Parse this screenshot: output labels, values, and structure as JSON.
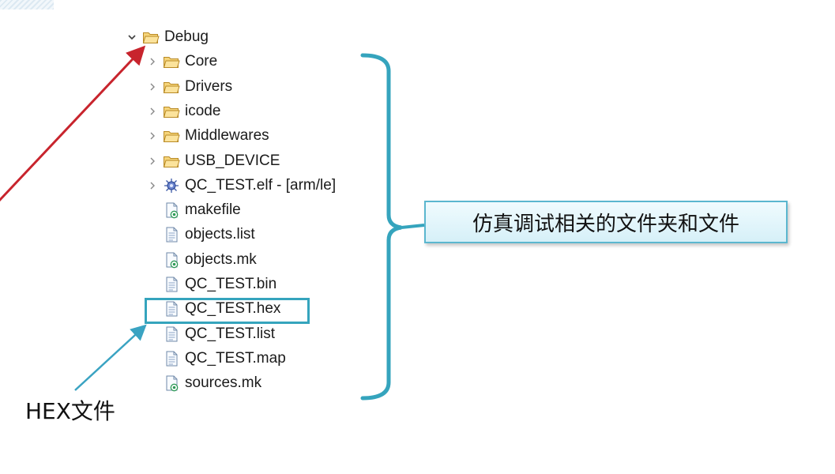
{
  "tree": {
    "items": [
      {
        "label": "Debug",
        "icon": "folder-open-icon",
        "expandable": true,
        "expanded": true,
        "level": 0
      },
      {
        "label": "Core",
        "icon": "folder-open-icon",
        "expandable": true,
        "expanded": false,
        "level": 1
      },
      {
        "label": "Drivers",
        "icon": "folder-open-icon",
        "expandable": true,
        "expanded": false,
        "level": 1
      },
      {
        "label": "icode",
        "icon": "folder-open-icon",
        "expandable": true,
        "expanded": false,
        "level": 1
      },
      {
        "label": "Middlewares",
        "icon": "folder-open-icon",
        "expandable": true,
        "expanded": false,
        "level": 1
      },
      {
        "label": "USB_DEVICE",
        "icon": "folder-open-icon",
        "expandable": true,
        "expanded": false,
        "level": 1
      },
      {
        "label": "QC_TEST.elf - [arm/le]",
        "icon": "binary-bug-icon",
        "expandable": true,
        "expanded": false,
        "level": 1
      },
      {
        "label": "makefile",
        "icon": "makefile-icon",
        "expandable": false,
        "level": 1
      },
      {
        "label": "objects.list",
        "icon": "text-file-icon",
        "expandable": false,
        "level": 1
      },
      {
        "label": "objects.mk",
        "icon": "makefile-icon",
        "expandable": false,
        "level": 1
      },
      {
        "label": "QC_TEST.bin",
        "icon": "text-file-icon",
        "expandable": false,
        "level": 1
      },
      {
        "label": "QC_TEST.hex",
        "icon": "text-file-icon",
        "expandable": false,
        "level": 1,
        "highlighted": true
      },
      {
        "label": "QC_TEST.list",
        "icon": "text-file-icon",
        "expandable": false,
        "level": 1
      },
      {
        "label": "QC_TEST.map",
        "icon": "text-file-icon",
        "expandable": false,
        "level": 1
      },
      {
        "label": "sources.mk",
        "icon": "makefile-icon",
        "expandable": false,
        "level": 1
      }
    ]
  },
  "annotations": {
    "callout_text": "仿真调试相关的文件夹和文件",
    "hex_note": "HEX文件"
  },
  "colors": {
    "folder": "#e8b54a",
    "accent_blue": "#35a4bd",
    "arrow_red": "#c8242d",
    "arrow_blue": "#3aa3c2",
    "callout_bg": "#dff3fa"
  }
}
